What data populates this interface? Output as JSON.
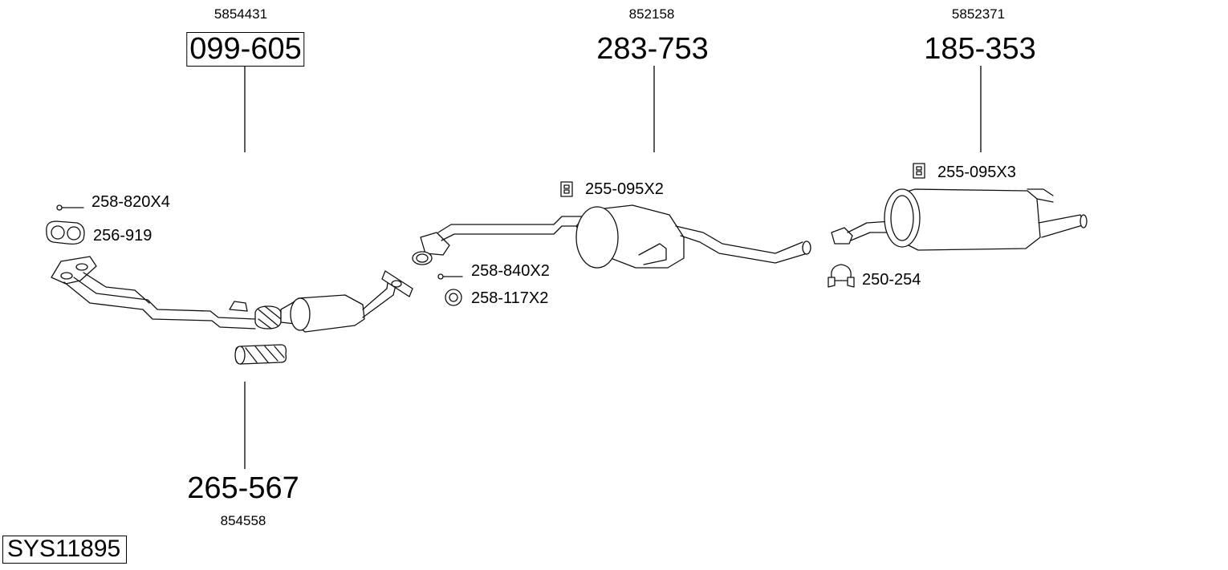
{
  "system_code": "SYS11895",
  "parts": [
    {
      "ref": "5854431",
      "number": "099-605",
      "boxed": true
    },
    {
      "ref": "852158",
      "number": "283-753",
      "boxed": false
    },
    {
      "ref": "5852371",
      "number": "185-353",
      "boxed": false
    },
    {
      "ref": "854558",
      "number": "265-567",
      "boxed": false
    }
  ],
  "accessories": [
    {
      "label": "258-820X4",
      "icon": "bolt-icon"
    },
    {
      "label": "256-919",
      "icon": "gasket-icon"
    },
    {
      "label": "255-095X2",
      "icon": "rubber-mount-icon"
    },
    {
      "label": "258-840X2",
      "icon": "bolt-icon"
    },
    {
      "label": "258-117X2",
      "icon": "ring-gasket-icon"
    },
    {
      "label": "255-095X3",
      "icon": "rubber-mount-icon"
    },
    {
      "label": "250-254",
      "icon": "clamp-icon"
    }
  ]
}
